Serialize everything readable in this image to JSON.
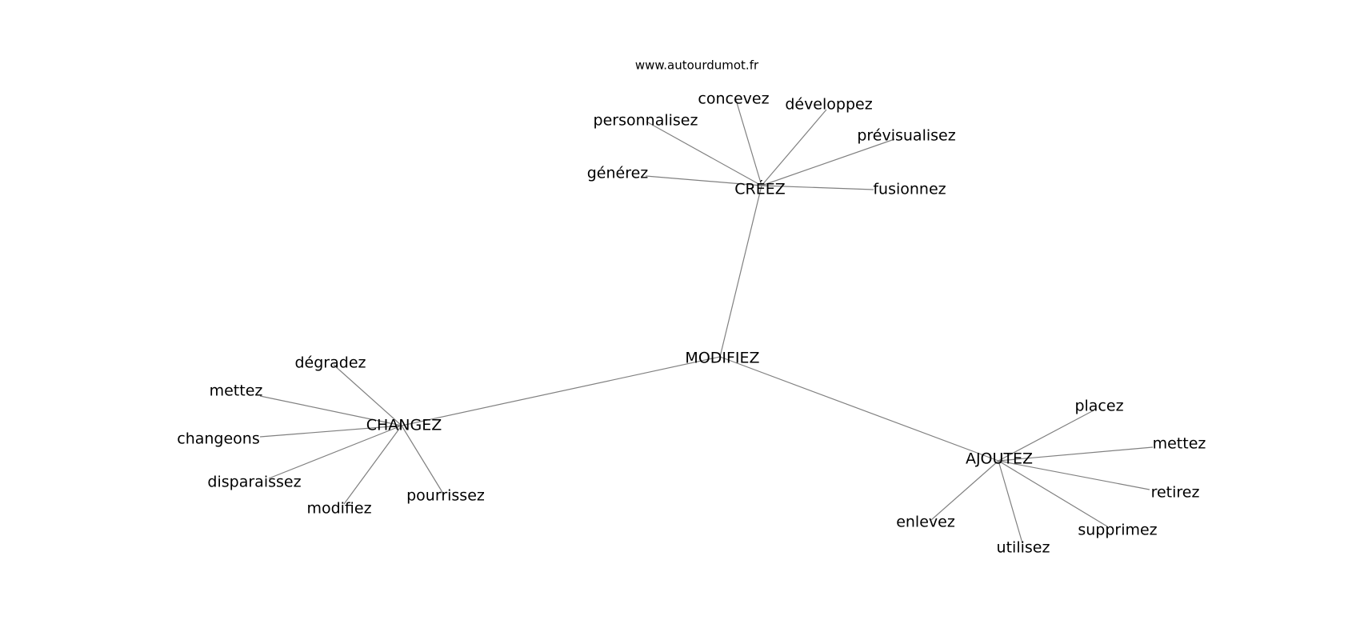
{
  "watermark": "www.autourdumot.fr",
  "center": "MODIFIEZ",
  "clusters": [
    {
      "hub": "CRÉEZ",
      "leaves": [
        "concevez",
        "développez",
        "personnalisez",
        "prévisualisez",
        "générez",
        "fusionnez"
      ]
    },
    {
      "hub": "CHANGEZ",
      "leaves": [
        "dégradez",
        "mettez",
        "changeons",
        "disparaissez",
        "modifiez",
        "pourrissez"
      ]
    },
    {
      "hub": "AJOUTEZ",
      "leaves": [
        "placez",
        "mettez",
        "retirez",
        "supprimez",
        "utilisez",
        "enlevez"
      ]
    }
  ]
}
